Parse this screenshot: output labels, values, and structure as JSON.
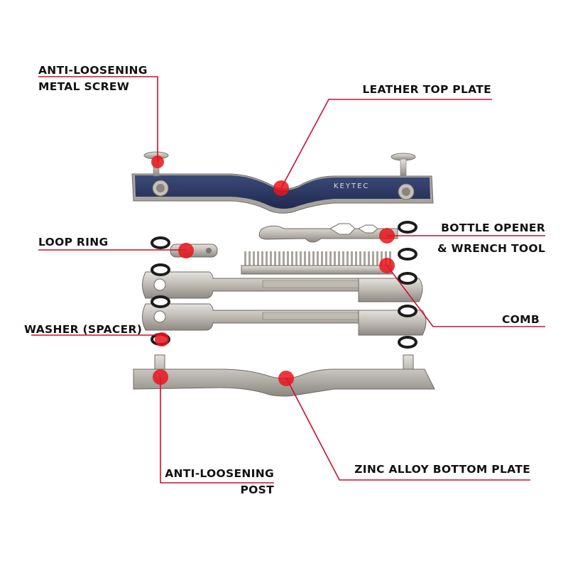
{
  "brand": "KEYTEC",
  "accent_color": "#c8102e",
  "labels": {
    "screw_line1": "ANTI-LOOSENING",
    "screw_line2": "METAL SCREW",
    "top_plate": "LEATHER TOP PLATE",
    "loop_ring": "LOOP RING",
    "bottle_line1": "BOTTLE OPENER",
    "bottle_line2": "& WRENCH TOOL",
    "comb": "COMB",
    "washer": "WASHER (SPACER)",
    "post_line1": "ANTI-LOOSENING",
    "post_line2": "POST",
    "bottom_plate": "ZINC ALLOY BOTTOM PLATE"
  }
}
